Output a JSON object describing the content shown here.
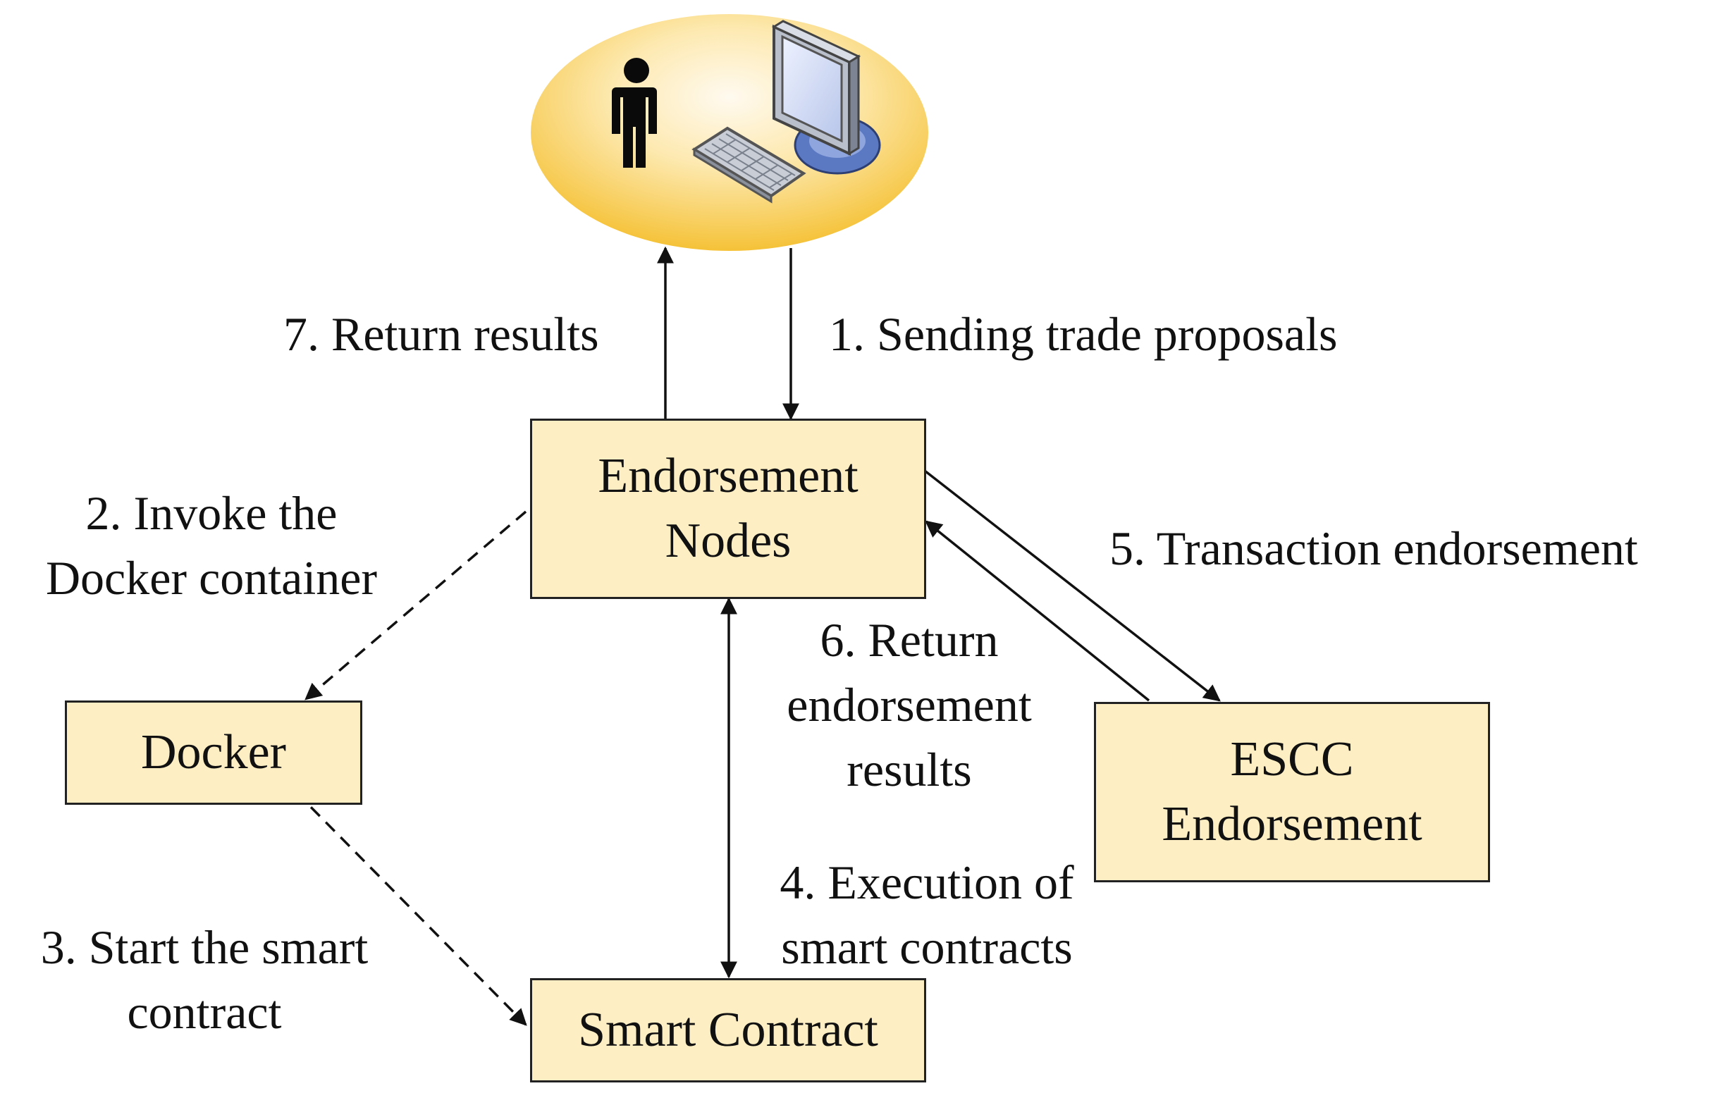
{
  "colors": {
    "box_fill": "#fdeec3",
    "ellipse_light": "#fff8e6",
    "ellipse_dark": "#f7c94e",
    "line": "#111111"
  },
  "user": {
    "icons": [
      "person-icon",
      "monitor-icon",
      "keyboard-icon"
    ]
  },
  "boxes": {
    "endorsement_nodes": [
      "Endorsement",
      "Nodes"
    ],
    "docker": "Docker",
    "escc": [
      "ESCC",
      "Endorsement"
    ],
    "smart_contract": "Smart Contract"
  },
  "steps": {
    "s1": "1. Sending trade proposals",
    "s2": [
      "2. Invoke the",
      "Docker container"
    ],
    "s3": [
      "3. Start the smart",
      "contract"
    ],
    "s4": [
      "4. Execution of",
      "smart contracts"
    ],
    "s5": "5. Transaction endorsement",
    "s6": [
      "6. Return",
      "endorsement",
      "results"
    ],
    "s7": "7. Return results"
  }
}
